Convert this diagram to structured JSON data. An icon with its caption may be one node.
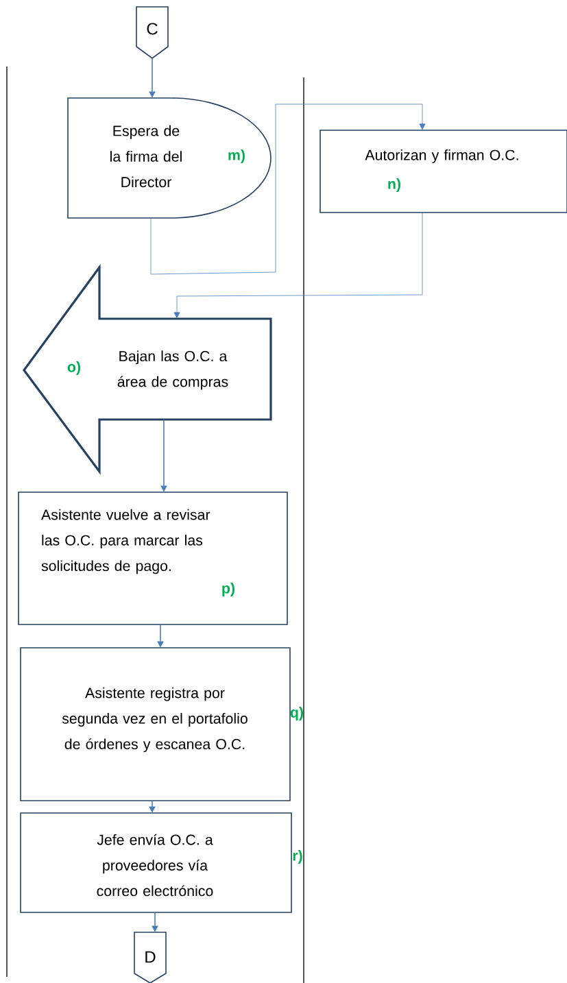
{
  "diagram": {
    "nodes": [
      {
        "text": [
          "C"
        ]
      },
      {
        "text": [
          "Espera de la firma del Director",
          "m)"
        ]
      },
      {
        "text": [
          "Autorizan y firman O.C.",
          "n)"
        ]
      },
      {
        "text": [
          "o)",
          "Bajan las O.C. a área de compras"
        ]
      },
      {
        "text": [
          "Asistente vuelve a revisar las O.C. para marcar las solicitudes de pago.",
          "p)"
        ]
      },
      {
        "text": [
          "Asistente registra por segunda vez en el portafolio de órdenes y escanea O.C."
        ],
        "beside": [
          "q)"
        ]
      },
      {
        "text": [
          "Jefe envía O.C. a proveedores vía correo electrónico"
        ],
        "beside": [
          "r)"
        ]
      },
      {
        "text": [
          "D"
        ]
      }
    ],
    "edges": [
      {
        "from": 0,
        "to": 1,
        "arrow": "to"
      },
      {
        "from": 1,
        "to": 2,
        "arrow": "to"
      },
      {
        "from": 2,
        "to": 3,
        "arrow": "to"
      },
      {
        "from": 3,
        "to": 4,
        "arrow": "to"
      },
      {
        "from": 4,
        "to": 5,
        "arrow": "to"
      },
      {
        "from": 5,
        "to": 6,
        "arrow": "to"
      },
      {
        "from": 6,
        "to": 7,
        "arrow": "to"
      }
    ]
  }
}
